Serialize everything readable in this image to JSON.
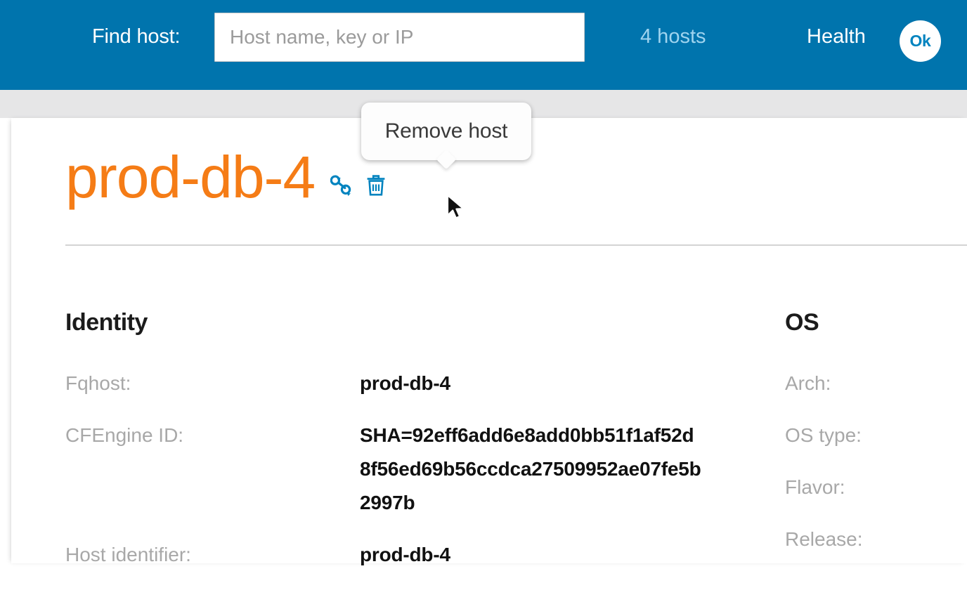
{
  "topbar": {
    "find_label": "Find host:",
    "search_placeholder": "Host name, key or IP",
    "search_value": "",
    "hosts_count": "4 hosts",
    "health_label": "Health",
    "health_status": "Ok",
    "colors": {
      "bar_background": "#0074ad",
      "hosts_count_text": "#9fd4ef",
      "badge_background": "#ffffff",
      "badge_text": "#0083bf"
    }
  },
  "tooltip": {
    "text": "Remove host"
  },
  "host": {
    "title": "prod-db-4",
    "title_color": "#f57c16",
    "actions": [
      {
        "name": "copy-link-icon",
        "label": "Copy link"
      },
      {
        "name": "trash-icon",
        "label": "Remove host"
      }
    ]
  },
  "identity": {
    "section_title": "Identity",
    "fields": [
      {
        "label": "Fqhost:",
        "value": "prod-db-4"
      },
      {
        "label": "CFEngine ID:",
        "value": "SHA=92eff6add6e8add0bb51f1af52d8f56ed69b56ccdca27509952ae07fe5b2997b"
      },
      {
        "label": "Host identifier:",
        "value": "prod-db-4"
      }
    ]
  },
  "os": {
    "section_title": "OS",
    "fields": [
      {
        "label": "Arch:",
        "value": ""
      },
      {
        "label": "OS type:",
        "value": ""
      },
      {
        "label": "Flavor:",
        "value": ""
      },
      {
        "label": "Release:",
        "value": ""
      }
    ]
  }
}
